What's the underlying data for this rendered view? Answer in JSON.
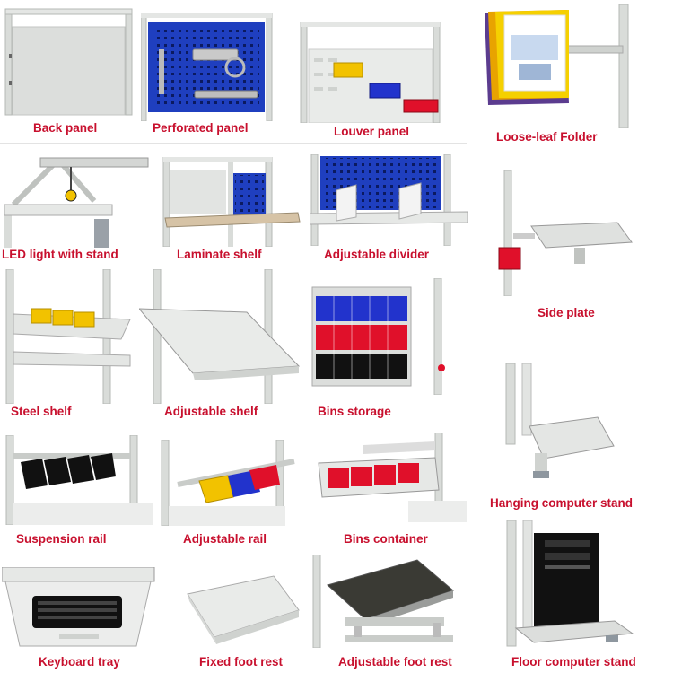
{
  "colors": {
    "label_red": "#c8102e",
    "frame_gray": "#d9dcd9",
    "panel_gray": "#dcdedc",
    "perforated_blue": "#1f3fbf",
    "bin_yellow": "#f2c200",
    "bin_blue": "#2233cc",
    "bin_red": "#e0102a",
    "bin_black": "#111111"
  },
  "items": [
    {
      "label": "Back panel"
    },
    {
      "label": "Perforated panel"
    },
    {
      "label": "Louver panel"
    },
    {
      "label": "Loose-leaf Folder"
    },
    {
      "label": "LED light with stand"
    },
    {
      "label": "Laminate shelf"
    },
    {
      "label": "Adjustable divider"
    },
    {
      "label": "Side plate"
    },
    {
      "label": "Steel shelf"
    },
    {
      "label": "Adjustable shelf"
    },
    {
      "label": "Bins  storage"
    },
    {
      "label": "Hanging computer stand"
    },
    {
      "label": "Suspension rail"
    },
    {
      "label": "Adjustable rail"
    },
    {
      "label": "Bins container"
    },
    {
      "label": "Keyboard tray"
    },
    {
      "label": "Fixed foot rest"
    },
    {
      "label": "Adjustable foot rest"
    },
    {
      "label": "Floor computer stand"
    }
  ]
}
